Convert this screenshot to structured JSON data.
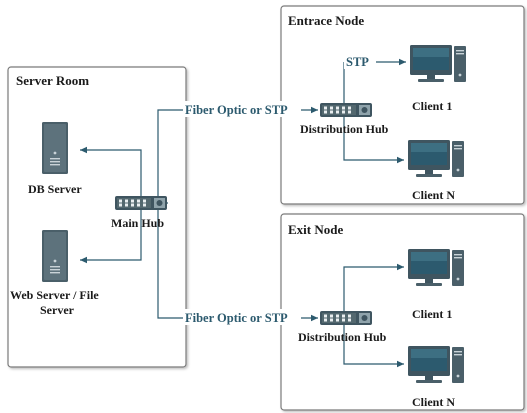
{
  "colors": {
    "wire": "#2c5a6e",
    "link_label": "#2c5a6e",
    "panel_border": "#7a7a7a",
    "device_dark": "#3f5560",
    "device_screen": "#2c5a6e"
  },
  "icons": {
    "server": "server-tower-icon",
    "hub": "network-hub-icon",
    "client": "desktop-monitor-icon"
  },
  "server_room": {
    "title": "Server Room",
    "db_server_label": "DB Server",
    "web_server_label_line1": "Web Server / File",
    "web_server_label_line2": "Server",
    "main_hub_label": "Main Hub"
  },
  "entrance_node": {
    "title": "Entrace Node",
    "hub_label": "Distribution Hub",
    "stp_label": "STP",
    "client_1_label": "Client 1",
    "client_n_label": "Client N"
  },
  "exit_node": {
    "title": "Exit Node",
    "hub_label": "Distribution Hub",
    "client_1_label": "Client 1",
    "client_n_label": "Client N"
  },
  "links": {
    "to_entrance": "Fiber Optic or STP",
    "to_exit": "Fiber Optic or STP"
  }
}
